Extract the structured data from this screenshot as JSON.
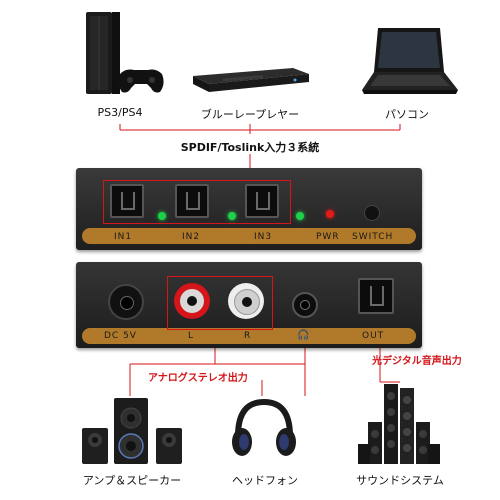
{
  "sources": {
    "ps": {
      "label": "PS3/PS4",
      "icon": "game-console-icon"
    },
    "bluray": {
      "label": "ブルーレープレヤー",
      "icon": "bluray-player-icon"
    },
    "pc": {
      "label": "パソコン",
      "icon": "laptop-icon"
    }
  },
  "input_caption": "SPDIF/Toslink入力３系統",
  "front_panel": {
    "inputs": [
      "IN1",
      "IN2",
      "IN3"
    ],
    "pwr": "PWR",
    "switch": "SWITCH"
  },
  "back_panel": {
    "dc": "DC 5V",
    "left": "L",
    "right": "R",
    "out": "OUT",
    "headphone_symbol": "🎧"
  },
  "outputs": {
    "analog_caption": "アナログステレオ出力",
    "optical_caption": "光デジタル音声出力",
    "speakers": {
      "label": "アンプ＆スピーカー",
      "icon": "speakers-icon"
    },
    "headphones": {
      "label": "ヘッドフォン",
      "icon": "headphones-icon"
    },
    "sound_system": {
      "label": "サウンドシステム",
      "icon": "sound-system-icon"
    }
  },
  "colors": {
    "accent_red": "#d4161b",
    "panel_dark": "#2a2a2a",
    "panel_band": "#b07a2a",
    "led_green": "#1fd14a",
    "led_red": "#e21b1b"
  }
}
